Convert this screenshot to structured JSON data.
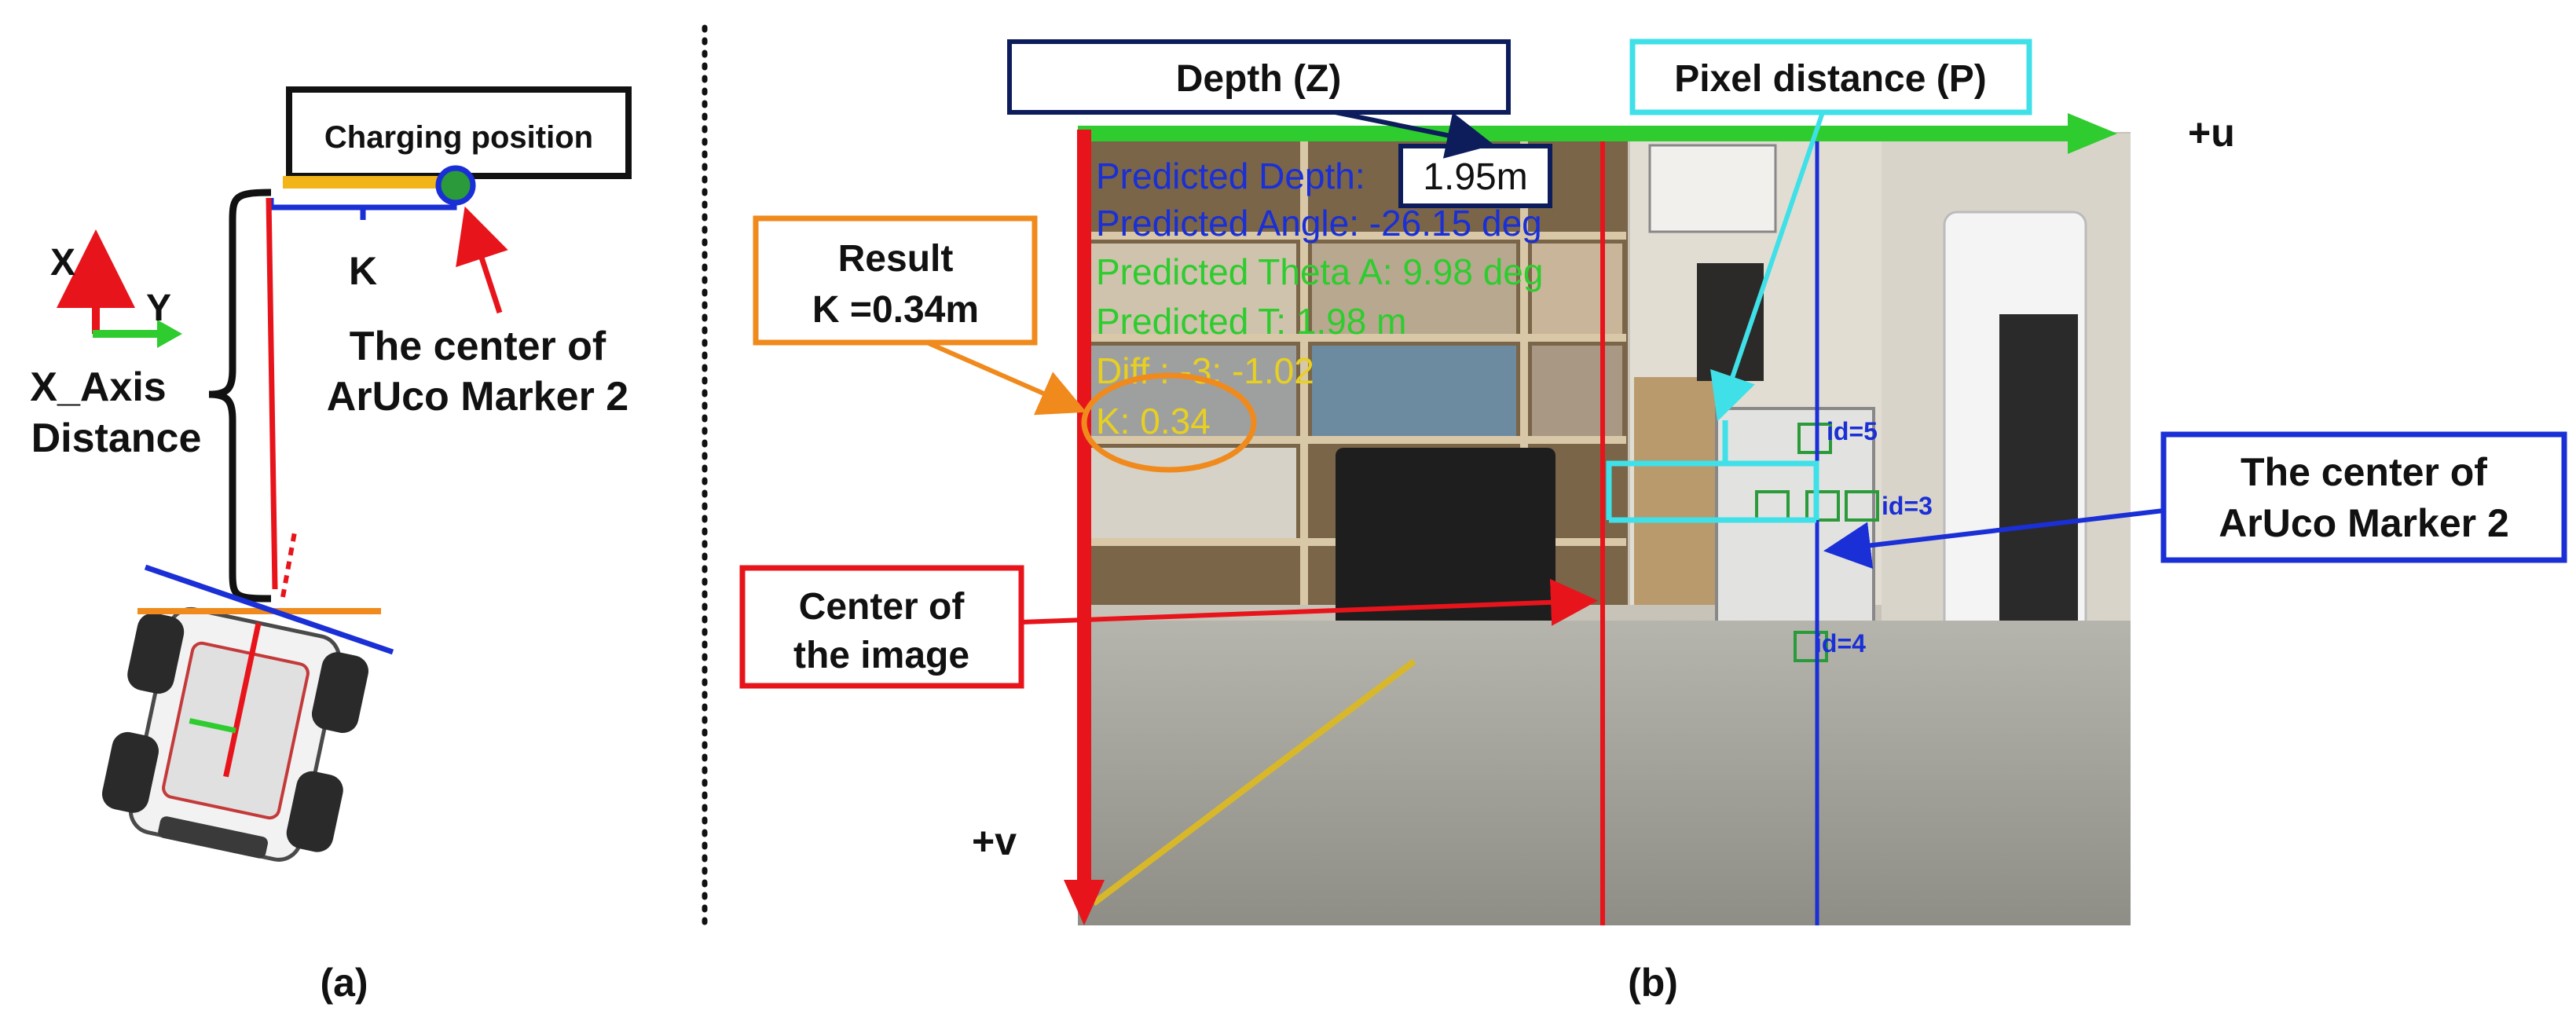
{
  "panel_a": {
    "caption": "(a)",
    "axis_x": "X",
    "axis_y": "Y",
    "charging_position": "Charging position",
    "k_label": "K",
    "marker_label_line1": "The center of",
    "marker_label_line2": "ArUco Marker 2",
    "distance_line1": "X_Axis",
    "distance_line2": "Distance"
  },
  "panel_b": {
    "caption": "(b)",
    "depth_box": "Depth (Z)",
    "pixel_box": "Pixel distance (P)",
    "u_axis": "+u",
    "v_axis": "+v",
    "result_line1": "Result",
    "result_line2": "K =0.34m",
    "center_line1": "Center of",
    "center_line2": "the image",
    "marker_line1": "The center of",
    "marker_line2": "ArUco Marker 2",
    "depth_value": "1.95m",
    "overlay": {
      "depth": "Predicted Depth:",
      "angle": "Predicted Angle: -26.15 deg",
      "theta": "Predicted Theta A: 9.98 deg",
      "t": "Predicted T: 1.98 m",
      "diff": "Diff : -3: -1.02",
      "k": "K: 0.34"
    },
    "marker_ids": {
      "id5": "id=5",
      "id3": "id=3",
      "id4": "id=4"
    }
  },
  "colors": {
    "red": "#e8141b",
    "green": "#2ecc2e",
    "blue": "#1a2fd6",
    "navy": "#0d1d5c",
    "cyan": "#3fe0e8",
    "orange": "#f08a1c",
    "yellow": "#e8d020"
  }
}
